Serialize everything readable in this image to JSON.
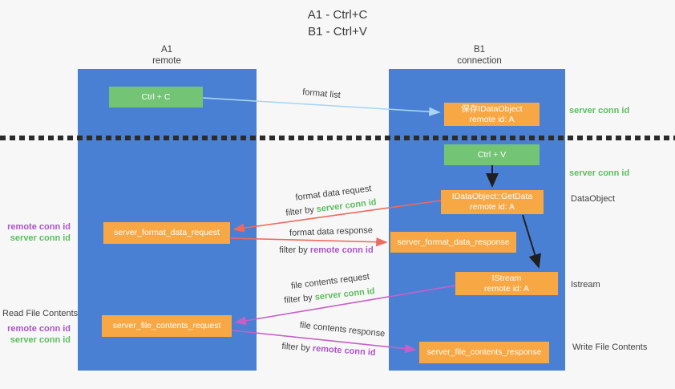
{
  "title": {
    "line1": "A1 - Ctrl+C",
    "line2": "B1 - Ctrl+V"
  },
  "lanes": {
    "left": {
      "name": "A1",
      "subtitle": "remote"
    },
    "right": {
      "name": "B1",
      "subtitle": "connection"
    }
  },
  "nodes": {
    "ctrl_c": {
      "label": "Ctrl + C"
    },
    "save_idataobject": {
      "line1": "保存IDataObject",
      "line2": "remote id: A"
    },
    "ctrl_v": {
      "label": "Ctrl + V"
    },
    "getdata": {
      "line1": "IDataObject::GetData",
      "line2": "remote id: A"
    },
    "format_request": {
      "label": "server_format_data_request"
    },
    "format_response": {
      "label": "server_format_data_response"
    },
    "istream": {
      "line1": "IStream",
      "line2": "remote id: A"
    },
    "file_request": {
      "label": "server_file_contents_request"
    },
    "file_response": {
      "label": "server_file_contents_response"
    }
  },
  "arrow_labels": {
    "format_list": "format list",
    "format_data_request": "format data request",
    "format_data_request_filter_prefix": "filter by ",
    "format_data_request_filter_value": "server conn id",
    "format_data_response": "format data response",
    "format_data_response_filter_prefix": "filter by ",
    "format_data_response_filter_value": "remote conn id",
    "file_contents_request": "file contents request",
    "file_contents_request_filter_prefix": "filter by ",
    "file_contents_request_filter_value": "server conn id",
    "file_contents_response": "file contents response",
    "file_contents_response_filter_prefix": "filter by ",
    "file_contents_response_filter_value": "remote conn id"
  },
  "side_labels": {
    "server_conn_id_top": "server conn id",
    "server_conn_id_mid": "server conn id",
    "dataobject": "DataObject",
    "istream": "Istream",
    "write_file_contents": "Write File Contents",
    "read_file_contents": "Read File Contents",
    "left_remote_conn_id_1": "remote conn id",
    "left_server_conn_id_1": "server conn id",
    "left_remote_conn_id_2": "remote conn id",
    "left_server_conn_id_2": "server conn id"
  },
  "colors": {
    "lane_blue": "#4a80d4",
    "node_orange": "#f7a743",
    "node_green": "#74c476",
    "green_text": "#5cbd5e",
    "purple_text": "#ac54c8",
    "red_arrow": "#ed6a5e",
    "magenta_arrow": "#c85fc6",
    "lightblue_arrow": "#a9d5f5",
    "black_arrow": "#1f1f1f",
    "background": "#f7f7f7",
    "text_dark": "#3f3f3f"
  }
}
